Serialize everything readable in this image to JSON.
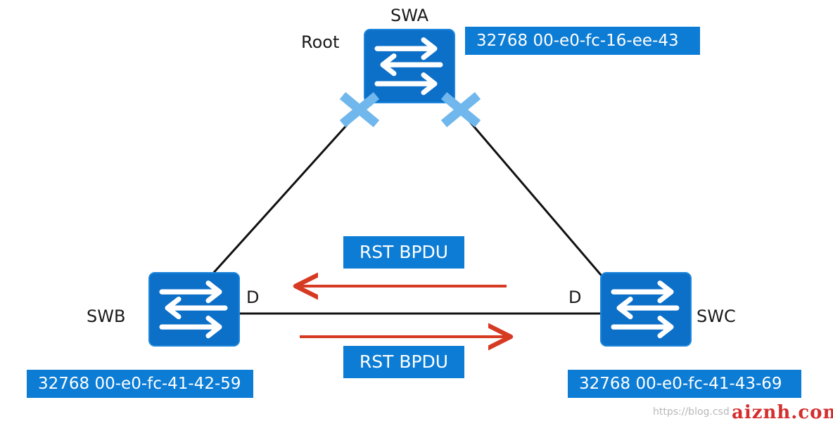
{
  "colors": {
    "switch_fill": "#0c6fc8",
    "switch_border": "#1e86dc",
    "label_fill": "#0c7cd5",
    "blocked_marker": "#6fb7ec",
    "bpdu_arrow": "#d63a22",
    "link": "#111111"
  },
  "switches": {
    "swa": {
      "name": "SWA",
      "role": "Root",
      "bridge_id": "32768 00-e0-fc-16-ee-43",
      "icon": "switch-icon"
    },
    "swb": {
      "name": "SWB",
      "bridge_id": "32768 00-e0-fc-41-42-59",
      "icon": "switch-icon"
    },
    "swc": {
      "name": "SWC",
      "bridge_id": "32768 00-e0-fc-41-43-69",
      "icon": "switch-icon"
    }
  },
  "ports": {
    "swb_designated": "D",
    "swc_designated": "D"
  },
  "messages": {
    "top": {
      "label": "RST BPDU",
      "direction": "SWC to SWB"
    },
    "bottom": {
      "label": "RST BPDU",
      "direction": "SWB to SWC"
    }
  },
  "blocked_markers": [
    "x-mark-icon",
    "x-mark-icon"
  ],
  "watermark": {
    "url": "https://blog.csd",
    "brand": "aiznh.com"
  }
}
